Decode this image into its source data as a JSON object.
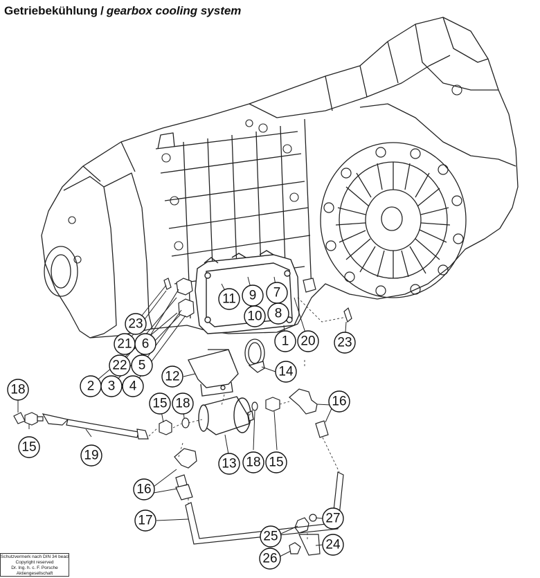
{
  "title": {
    "de": "Getriebekühlung",
    "separator": "/",
    "en": "gearbox cooling system"
  },
  "copyright": [
    "Schutzvermerk nach DIN 34 beachten",
    "Copyright reserved",
    "Dr. Ing. h. c. F. Porsche",
    "Aktiengesellschaft"
  ],
  "callouts": {
    "c11": "11",
    "c9": "9",
    "c7": "7",
    "c10": "10",
    "c8": "8",
    "c1": "1",
    "c20": "20",
    "c23b": "23",
    "c23": "23",
    "c21": "21",
    "c6": "6",
    "c22": "22",
    "c5": "5",
    "c2": "2",
    "c3": "3",
    "c4": "4",
    "c12": "12",
    "c14": "14",
    "c18a": "18",
    "c15a": "15",
    "c19": "19",
    "c15b": "15",
    "c18b": "18",
    "c16a": "16",
    "c13": "13",
    "c18c": "18",
    "c15c": "15",
    "c16b": "16",
    "c17": "17",
    "c25": "25",
    "c27": "27",
    "c26": "26",
    "c24": "24"
  }
}
